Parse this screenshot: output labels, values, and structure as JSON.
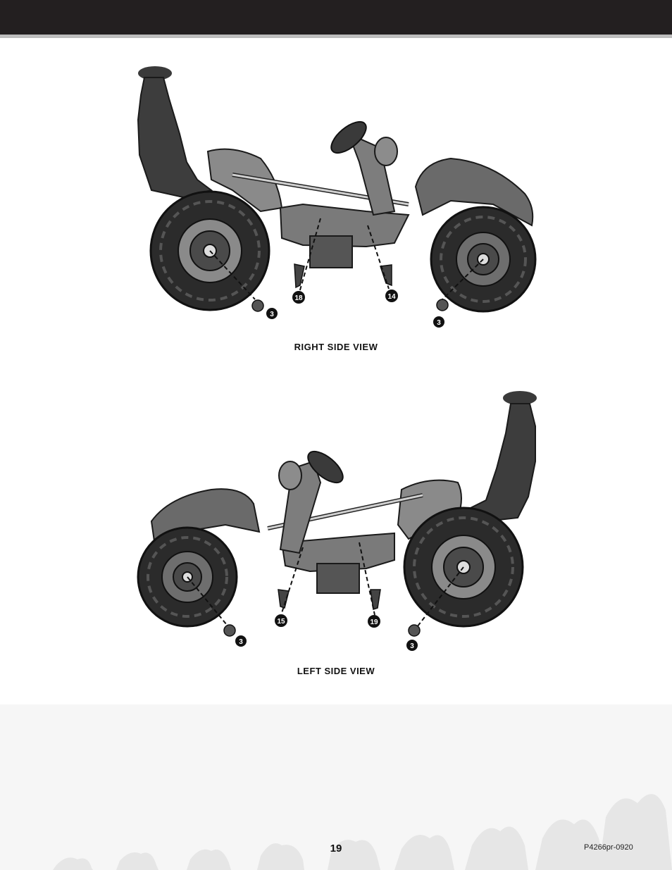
{
  "page": {
    "page_number": "19",
    "part_code": "P4266pr-0920"
  },
  "views": [
    {
      "label": "RIGHT SIDE VIEW",
      "callouts": [
        "18",
        "14",
        "3",
        "3"
      ]
    },
    {
      "label": "LEFT SIDE VIEW",
      "callouts": [
        "15",
        "19",
        "3",
        "3"
      ]
    }
  ],
  "colors": {
    "header": "#231f20",
    "header_rule": "#bdbdbd",
    "footer_texture": "#e4e4e4",
    "tire": "#2b2b2b",
    "body": "#5a5a5a"
  },
  "icons": [
    "tool-icon",
    "atv-illustration",
    "tire-track-pattern"
  ]
}
